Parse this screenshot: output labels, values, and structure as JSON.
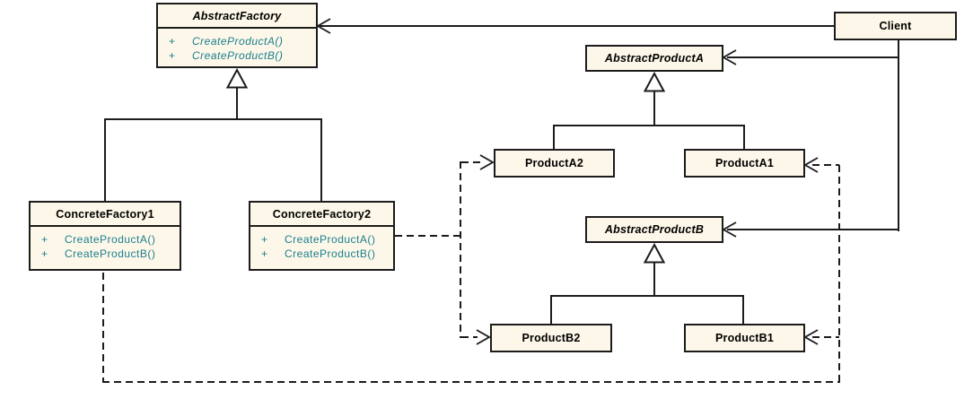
{
  "diagram": {
    "kind": "uml-class-diagram",
    "pattern_name": "Abstract Factory",
    "colors": {
      "box_fill": "#FCF7E8",
      "box_border": "#1C1C1C",
      "line": "#1C1C1C",
      "class_name_text": "#000000",
      "member_text": "#1B7E8F",
      "background": "#FFFFFF"
    },
    "classes": {
      "abstract_factory": {
        "name": "AbstractFactory",
        "abstract": true,
        "methods": [
          {
            "visibility": "+",
            "signature": "CreateProductA()"
          },
          {
            "visibility": "+",
            "signature": "CreateProductB()"
          }
        ]
      },
      "concrete_factory1": {
        "name": "ConcreteFactory1",
        "abstract": false,
        "methods": [
          {
            "visibility": "+",
            "signature": "CreateProductA()"
          },
          {
            "visibility": "+",
            "signature": "CreateProductB()"
          }
        ]
      },
      "concrete_factory2": {
        "name": "ConcreteFactory2",
        "abstract": false,
        "methods": [
          {
            "visibility": "+",
            "signature": "CreateProductA()"
          },
          {
            "visibility": "+",
            "signature": "CreateProductB()"
          }
        ]
      },
      "client": {
        "name": "Client",
        "abstract": false
      },
      "abstract_product_a": {
        "name": "AbstractProductA",
        "abstract": true
      },
      "product_a2": {
        "name": "ProductA2",
        "abstract": false
      },
      "product_a1": {
        "name": "ProductA1",
        "abstract": false
      },
      "abstract_product_b": {
        "name": "AbstractProductB",
        "abstract": true
      },
      "product_b2": {
        "name": "ProductB2",
        "abstract": false
      },
      "product_b1": {
        "name": "ProductB1",
        "abstract": false
      }
    },
    "relationships": [
      {
        "type": "generalization",
        "from": "ConcreteFactory1",
        "to": "AbstractFactory"
      },
      {
        "type": "generalization",
        "from": "ConcreteFactory2",
        "to": "AbstractFactory"
      },
      {
        "type": "generalization",
        "from": "ProductA2",
        "to": "AbstractProductA"
      },
      {
        "type": "generalization",
        "from": "ProductA1",
        "to": "AbstractProductA"
      },
      {
        "type": "generalization",
        "from": "ProductB2",
        "to": "AbstractProductB"
      },
      {
        "type": "generalization",
        "from": "ProductB1",
        "to": "AbstractProductB"
      },
      {
        "type": "association",
        "from": "Client",
        "to": "AbstractFactory"
      },
      {
        "type": "association",
        "from": "Client",
        "to": "AbstractProductA"
      },
      {
        "type": "association",
        "from": "Client",
        "to": "AbstractProductB"
      },
      {
        "type": "dependency",
        "from": "ConcreteFactory2",
        "to": "ProductA2"
      },
      {
        "type": "dependency",
        "from": "ConcreteFactory2",
        "to": "ProductB2"
      },
      {
        "type": "dependency",
        "from": "ConcreteFactory1",
        "to": "ProductA1"
      },
      {
        "type": "dependency",
        "from": "ConcreteFactory1",
        "to": "ProductB1"
      }
    ]
  }
}
